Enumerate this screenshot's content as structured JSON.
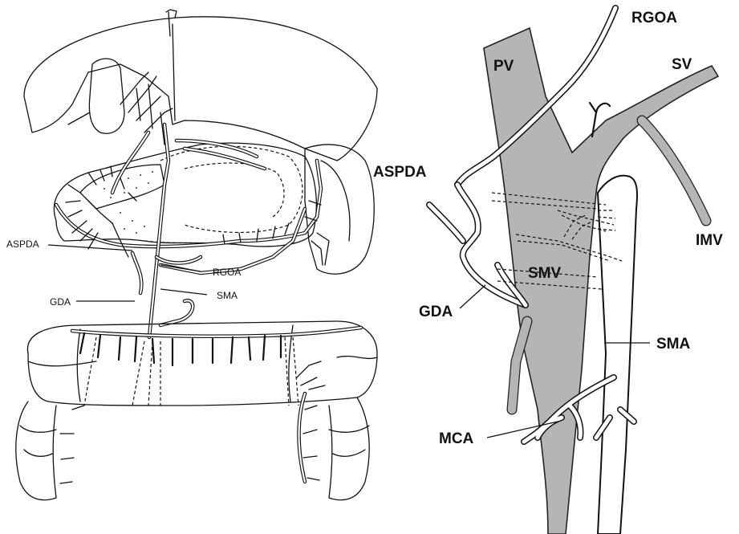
{
  "left_panel": {
    "labels": {
      "aspda": "ASPDA",
      "rgoa": "RGOA",
      "gda": "GDA",
      "sma": "SMA"
    }
  },
  "right_panel": {
    "labels": {
      "rgoa": "RGOA",
      "pv": "PV",
      "sv": "SV",
      "aspda": "ASPDA",
      "imv": "IMV",
      "smv": "SMV",
      "gda": "GDA",
      "sma": "SMA",
      "mca": "MCA"
    },
    "colors": {
      "vein_fill": "#b5b5b5"
    }
  }
}
